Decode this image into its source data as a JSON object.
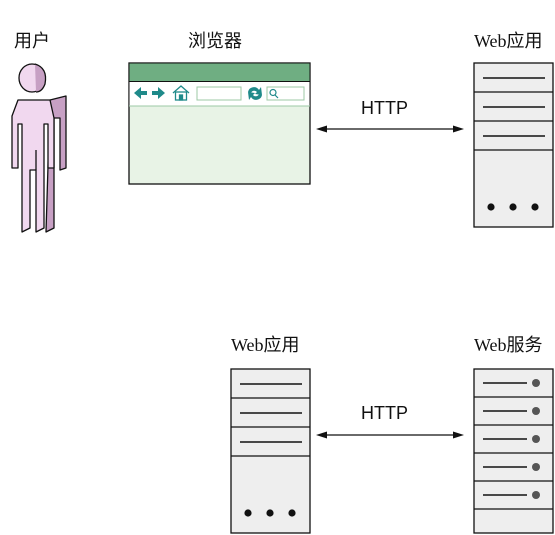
{
  "labels": {
    "user": "用户",
    "browser": "浏览器",
    "web_app_top": "Web应用",
    "web_app_bottom": "Web应用",
    "web_service": "Web服务"
  },
  "connections": {
    "top_protocol": "HTTP",
    "bottom_protocol": "HTTP"
  },
  "browser_icons": [
    "back-arrow-icon",
    "forward-arrow-icon",
    "home-icon",
    "refresh-icon",
    "search-icon"
  ],
  "colors": {
    "user_fill": "#f1d8ef",
    "user_side": "#c7a0c4",
    "browser_bar": "#6fae82",
    "browser_body": "#e8f3e6",
    "icon_teal": "#1f8a8a",
    "server_fill": "#eeeeee",
    "line": "#111111"
  }
}
